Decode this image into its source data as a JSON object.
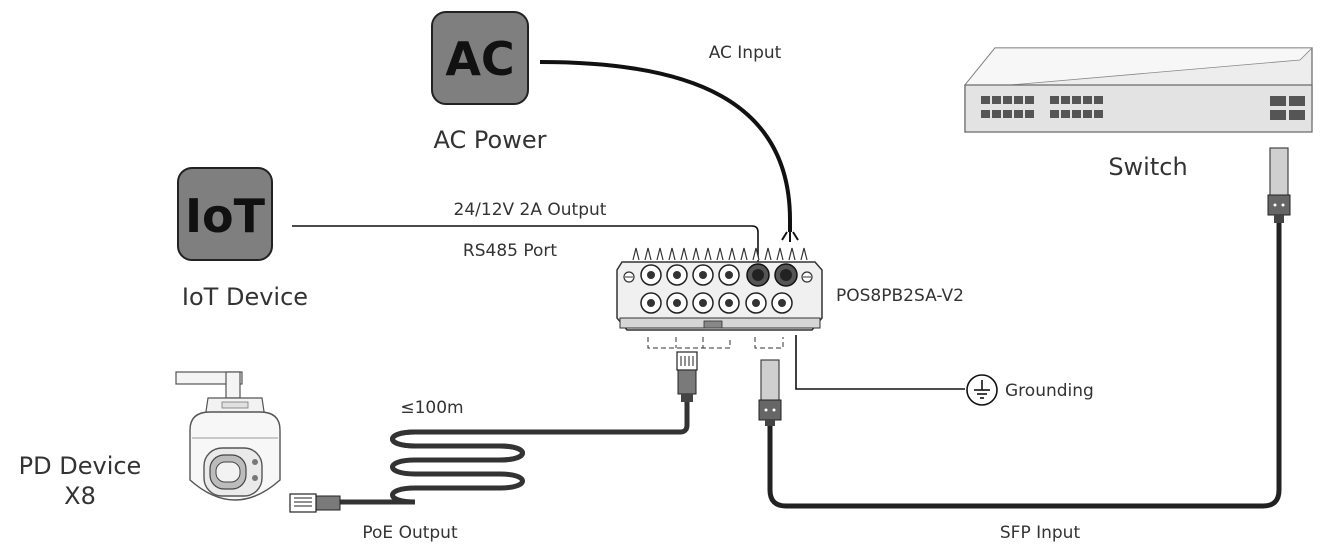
{
  "nodes": {
    "ac_icon": "AC",
    "ac_label": "AC Power",
    "iot_icon": "IoT",
    "iot_label": "IoT Device",
    "switch_label": "Switch",
    "device_model": "POS8PB2SA-V2",
    "pd_label_line1": "PD Device",
    "pd_label_line2": "X8",
    "grounding_label": "Grounding"
  },
  "links": {
    "ac_input": "AC Input",
    "dc_output": "24/12V 2A Output",
    "rs485": "RS485 Port",
    "cable_length": "≤100m",
    "poe_output": "PoE Output",
    "sfp_input": "SFP Input"
  },
  "icons": [
    "ground-icon",
    "camera-icon",
    "switch-icon",
    "rj45-connector-icon",
    "sfp-module-icon"
  ]
}
